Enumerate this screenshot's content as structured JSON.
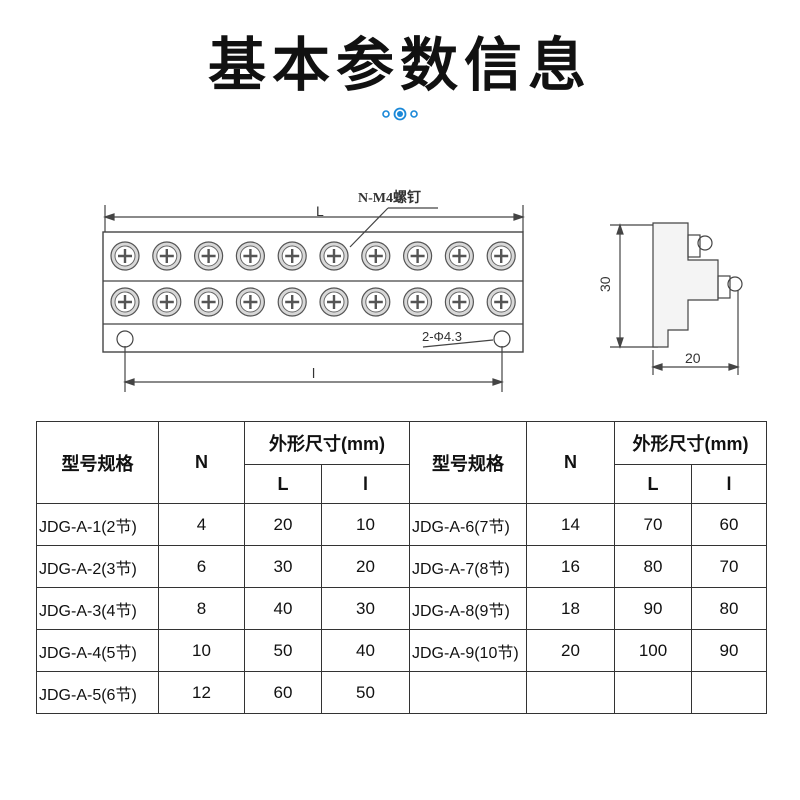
{
  "title": "基本参数信息",
  "drawing": {
    "screw_label": "N-M4螺钉",
    "length_L": "L",
    "length_l": "l",
    "hole_label": "2-Φ4.3",
    "height_dim": "30",
    "width_dim": "20"
  },
  "table": {
    "h_model": "型号规格",
    "h_n": "N",
    "h_dim": "外形尺寸(mm)",
    "h_L": "L",
    "h_l": "l",
    "rows": [
      {
        "left": {
          "model": "JDG-A-1(2节)",
          "n": "4",
          "L": "20",
          "l": "10"
        },
        "right": {
          "model": "JDG-A-6(7节)",
          "n": "14",
          "L": "70",
          "l": "60"
        }
      },
      {
        "left": {
          "model": "JDG-A-2(3节)",
          "n": "6",
          "L": "30",
          "l": "20"
        },
        "right": {
          "model": "JDG-A-7(8节)",
          "n": "16",
          "L": "80",
          "l": "70"
        }
      },
      {
        "left": {
          "model": "JDG-A-3(4节)",
          "n": "8",
          "L": "40",
          "l": "30"
        },
        "right": {
          "model": "JDG-A-8(9节)",
          "n": "18",
          "L": "90",
          "l": "80"
        }
      },
      {
        "left": {
          "model": "JDG-A-4(5节)",
          "n": "10",
          "L": "50",
          "l": "40"
        },
        "right": {
          "model": "JDG-A-9(10节)",
          "n": "20",
          "L": "100",
          "l": "90"
        }
      },
      {
        "left": {
          "model": "JDG-A-5(6节)",
          "n": "12",
          "L": "60",
          "l": "50"
        },
        "right": {
          "model": "",
          "n": "",
          "L": "",
          "l": ""
        }
      }
    ]
  }
}
